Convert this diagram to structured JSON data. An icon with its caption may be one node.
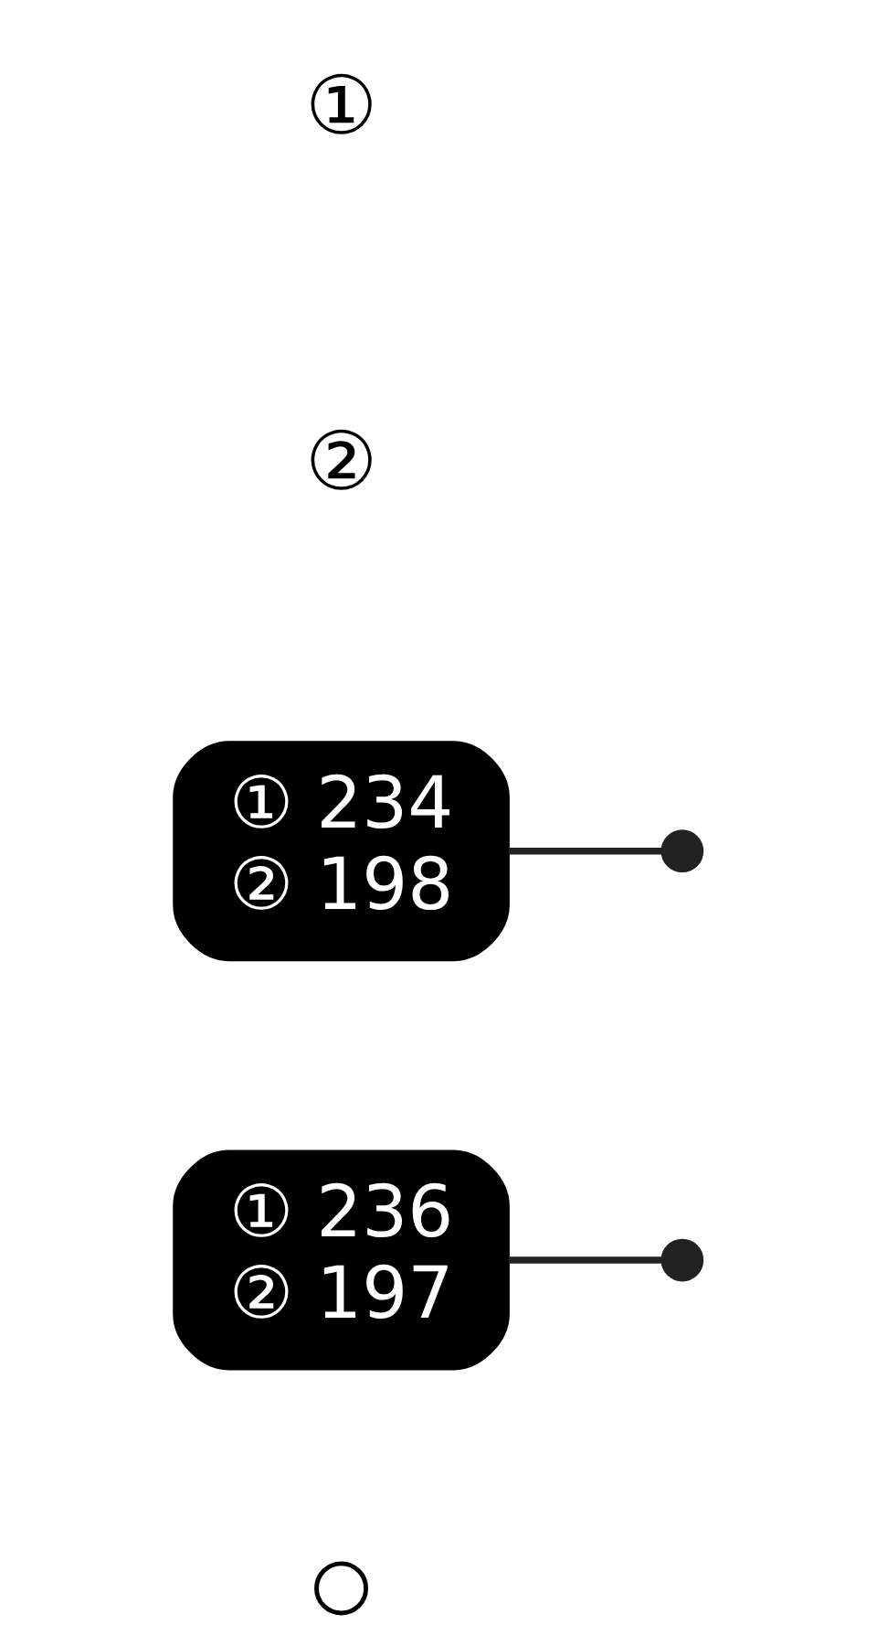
{
  "diagram": {
    "nodes": [
      {
        "text": [],
        "shape": "circle"
      },
      {
        "text": [
          "① 236",
          "② 197"
        ]
      },
      {
        "text": [
          "① 234",
          "② 198"
        ]
      }
    ],
    "edges": [
      {
        "from": 1,
        "to": null,
        "arrow": "other"
      },
      {
        "from": 2,
        "to": null,
        "arrow": "other"
      }
    ],
    "labels": [
      "②",
      "①"
    ]
  }
}
